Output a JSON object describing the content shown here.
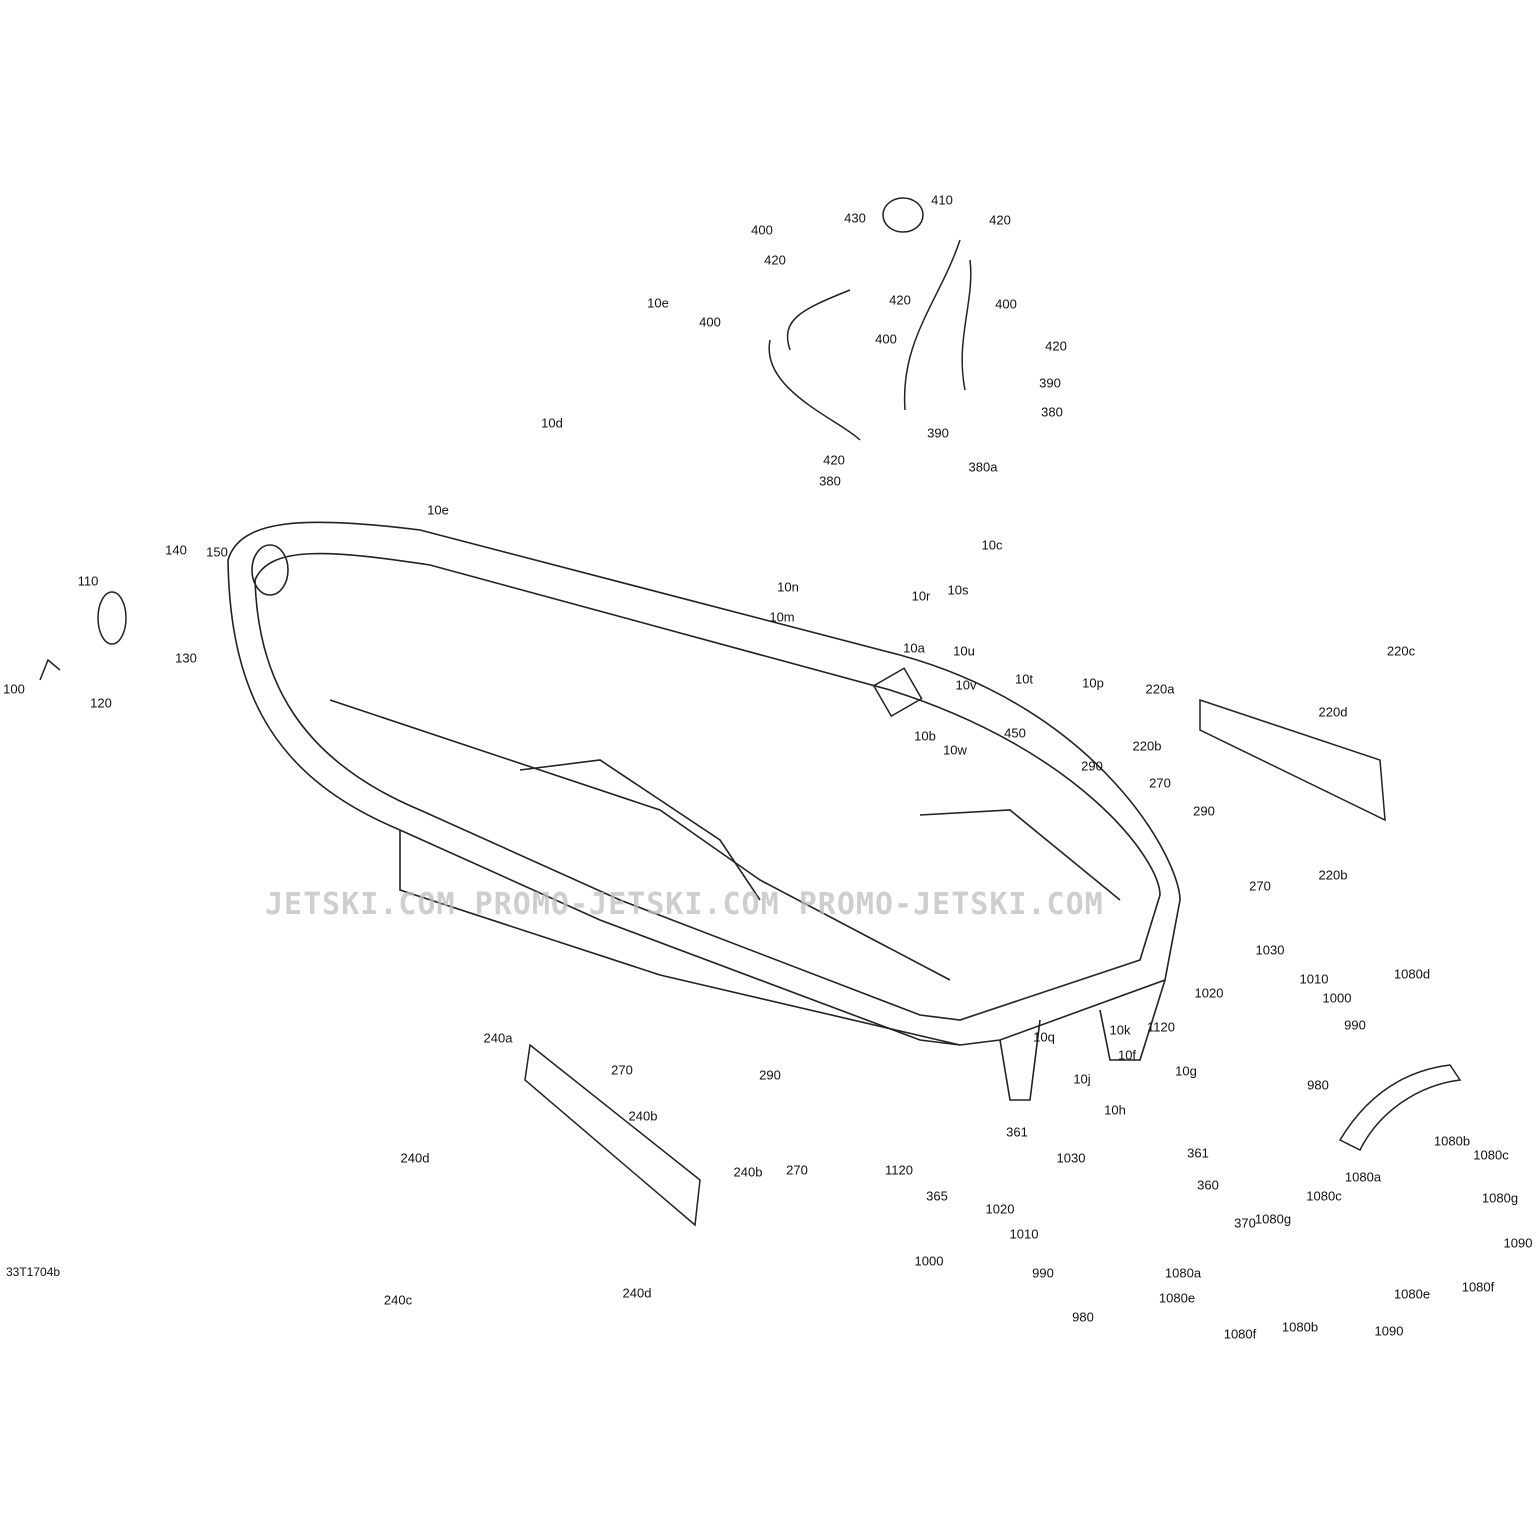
{
  "diagram_ref": "33T1704b",
  "watermark": "JETSKI.COM  PROMO-JETSKI.COM  PROMO-JETSKI.COM",
  "callouts": [
    "430",
    "410",
    "420",
    "400",
    "420",
    "420",
    "400",
    "400",
    "400",
    "420",
    "390",
    "380",
    "420",
    "390",
    "380",
    "380a",
    "10e",
    "10d",
    "10e",
    "10c",
    "10n",
    "10r",
    "10s",
    "10m",
    "10u",
    "10a",
    "10v",
    "10t",
    "10p",
    "10b",
    "10w",
    "450",
    "140",
    "150",
    "110",
    "130",
    "100",
    "120",
    "220c",
    "220a",
    "220d",
    "220b",
    "290",
    "270",
    "290",
    "270",
    "220b",
    "1030",
    "1010",
    "1020",
    "1000",
    "990",
    "1080d",
    "980",
    "240a",
    "270",
    "290",
    "240b",
    "270",
    "240b",
    "240d",
    "240c",
    "240d",
    "10q",
    "10k",
    "1120",
    "10f",
    "10j",
    "10g",
    "10h",
    "1120",
    "361",
    "1030",
    "361",
    "365",
    "360",
    "1020",
    "1010",
    "370",
    "1000",
    "990",
    "980",
    "1080b",
    "1080c",
    "1080a",
    "1080g",
    "1080c",
    "1080g",
    "1090",
    "1080f",
    "1080e",
    "1080a",
    "1080e",
    "1080b",
    "1080f",
    "1090"
  ]
}
